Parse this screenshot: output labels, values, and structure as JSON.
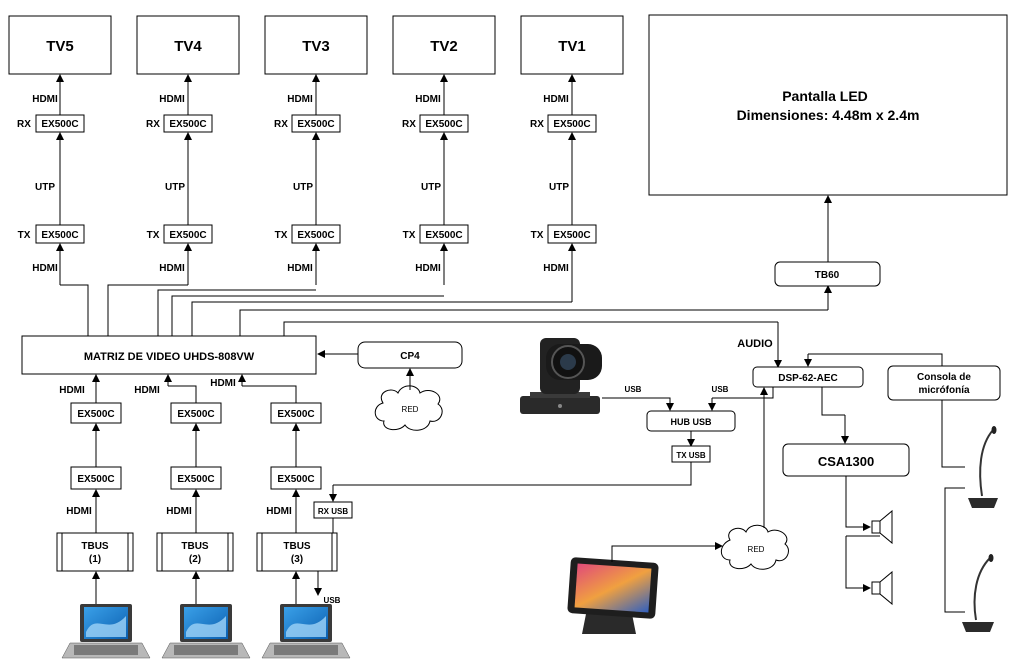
{
  "tvs": [
    {
      "name": "TV5",
      "top_link": "HDMI",
      "rx": "RX",
      "rx_device": "EX500C",
      "mid_link": "UTP",
      "tx": "TX",
      "tx_device": "EX500C",
      "bottom_link": "HDMI"
    },
    {
      "name": "TV4",
      "top_link": "HDMI",
      "rx": "RX",
      "rx_device": "EX500C",
      "mid_link": "UTP",
      "tx": "TX",
      "tx_device": "EX500C",
      "bottom_link": "HDMI"
    },
    {
      "name": "TV3",
      "top_link": "HDMI",
      "rx": "RX",
      "rx_device": "EX500C",
      "mid_link": "UTP",
      "tx": "TX",
      "tx_device": "EX500C",
      "bottom_link": "HDMI"
    },
    {
      "name": "TV2",
      "top_link": "HDMI",
      "rx": "RX",
      "rx_device": "EX500C",
      "mid_link": "UTP",
      "tx": "TX",
      "tx_device": "EX500C",
      "bottom_link": "HDMI"
    },
    {
      "name": "TV1",
      "top_link": "HDMI",
      "rx": "RX",
      "rx_device": "EX500C",
      "mid_link": "UTP",
      "tx": "TX",
      "tx_device": "EX500C",
      "bottom_link": "HDMI"
    }
  ],
  "led": {
    "line1": "Pantalla LED",
    "line2": "Dimensiones: 4.48m x 2.4m"
  },
  "tb60": "TB60",
  "matrix": "MATRIZ DE VIDEO UHDS-808VW",
  "cp4": "CP4",
  "red": "RED",
  "audio": "AUDIO",
  "dsp": "DSP-62-AEC",
  "consola": {
    "line1": "Consola de",
    "line2": "micrófonía"
  },
  "hub": "HUB USB",
  "tx_usb": "TX USB",
  "rx_usb": "RX USB",
  "usb": "USB",
  "csa": "CSA1300",
  "inputs": [
    {
      "hdmi_top": "HDMI",
      "ex_upper": "EX500C",
      "ex_lower": "EX500C",
      "hdmi_low": "HDMI",
      "tbus1": "TBUS",
      "tbus2": "(1)"
    },
    {
      "hdmi_top": "HDMI",
      "ex_upper": "EX500C",
      "ex_lower": "EX500C",
      "hdmi_low": "HDMI",
      "tbus1": "TBUS",
      "tbus2": "(2)"
    },
    {
      "hdmi_top": "HDMI",
      "ex_upper": "EX500C",
      "ex_lower": "EX500C",
      "hdmi_low": "HDMI",
      "tbus1": "TBUS",
      "tbus2": "(3)"
    }
  ],
  "icons": {
    "laptop": "laptop-icon",
    "camera": "ptz-camera-icon",
    "tablet": "tablet-panel-icon",
    "speaker": "speaker-icon",
    "mic": "gooseneck-microphone-icon",
    "cloud": "network-cloud-icon"
  }
}
